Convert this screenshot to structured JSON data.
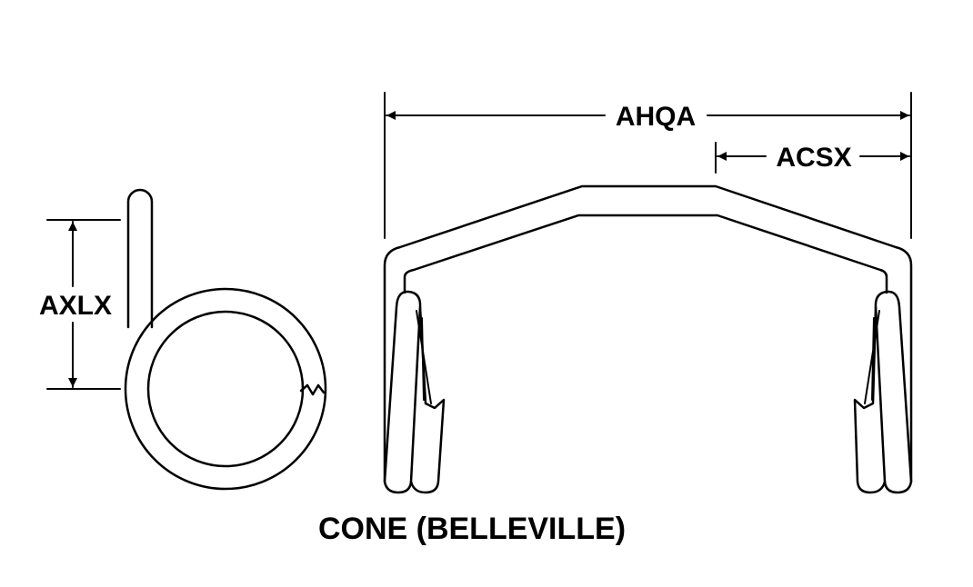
{
  "diagram": {
    "caption": "CONE (BELLEVILLE)",
    "dimensions": {
      "overall_width": "AHQA",
      "leg_offset": "ACSX",
      "height": "AXLX"
    },
    "colors": {
      "line": "#000000",
      "background": "#ffffff"
    }
  }
}
